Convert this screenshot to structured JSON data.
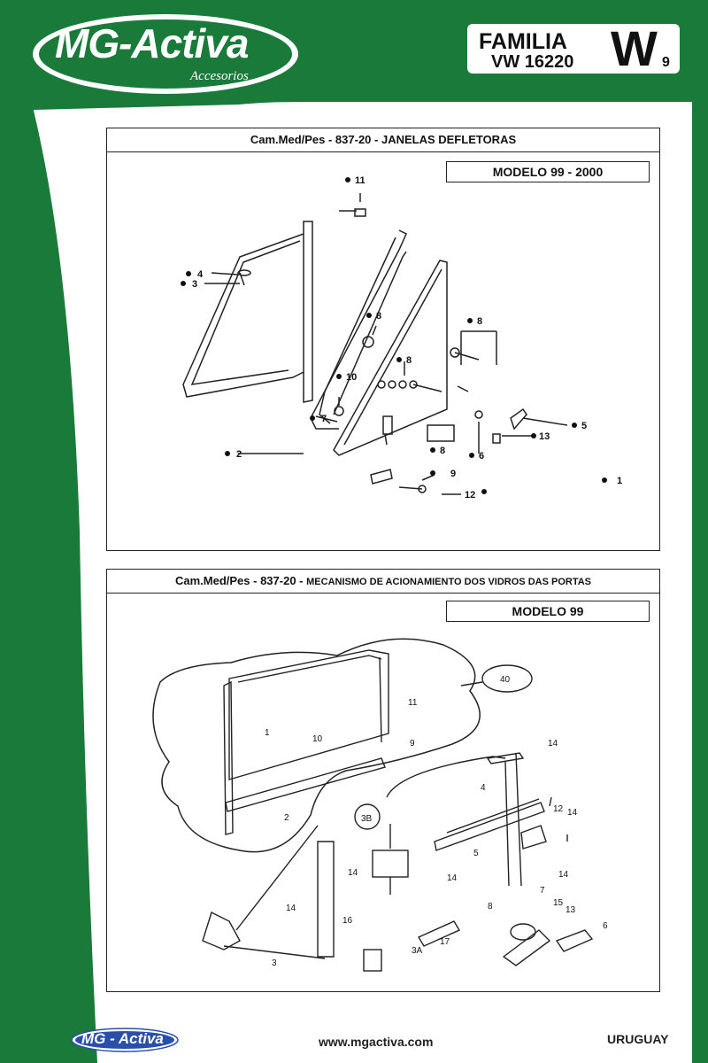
{
  "header": {
    "brand": "MG-Activa",
    "brand_sub": "Accesorios",
    "family_label": "FAMILIA",
    "family_model": "VW 16220",
    "family_letter": "W",
    "family_number": "9"
  },
  "colors": {
    "brand_green": "#1a7a3a",
    "footer_blue": "#2a4fa8"
  },
  "panel1": {
    "title": "Cam.Med/Pes - 837-20 - JANELAS DEFLETORAS",
    "model": "MODELO 99 - 2000",
    "labels": [
      "11",
      "4",
      "3",
      "8",
      "8",
      "8",
      "10",
      "7",
      "2",
      "8",
      "6",
      "5",
      "13",
      "9",
      "12",
      "1"
    ]
  },
  "panel2": {
    "title_prefix": "Cam.Med/Pes - 837-20 -",
    "title_rest": "MECANISMO DE ACIONAMIENTO DOS VIDROS DAS PORTAS",
    "model": "MODELO 99",
    "callout_a": "40",
    "callout_b": "3B",
    "labels": [
      "11",
      "1",
      "10",
      "9",
      "2",
      "14",
      "4",
      "12",
      "14",
      "3B",
      "14",
      "5",
      "14",
      "14",
      "8",
      "7",
      "15",
      "13",
      "6",
      "14",
      "16",
      "17",
      "3A",
      "3"
    ]
  },
  "footer": {
    "brand": "MG - Activa",
    "url": "www.mgactiva.com",
    "country": "URUGUAY"
  }
}
